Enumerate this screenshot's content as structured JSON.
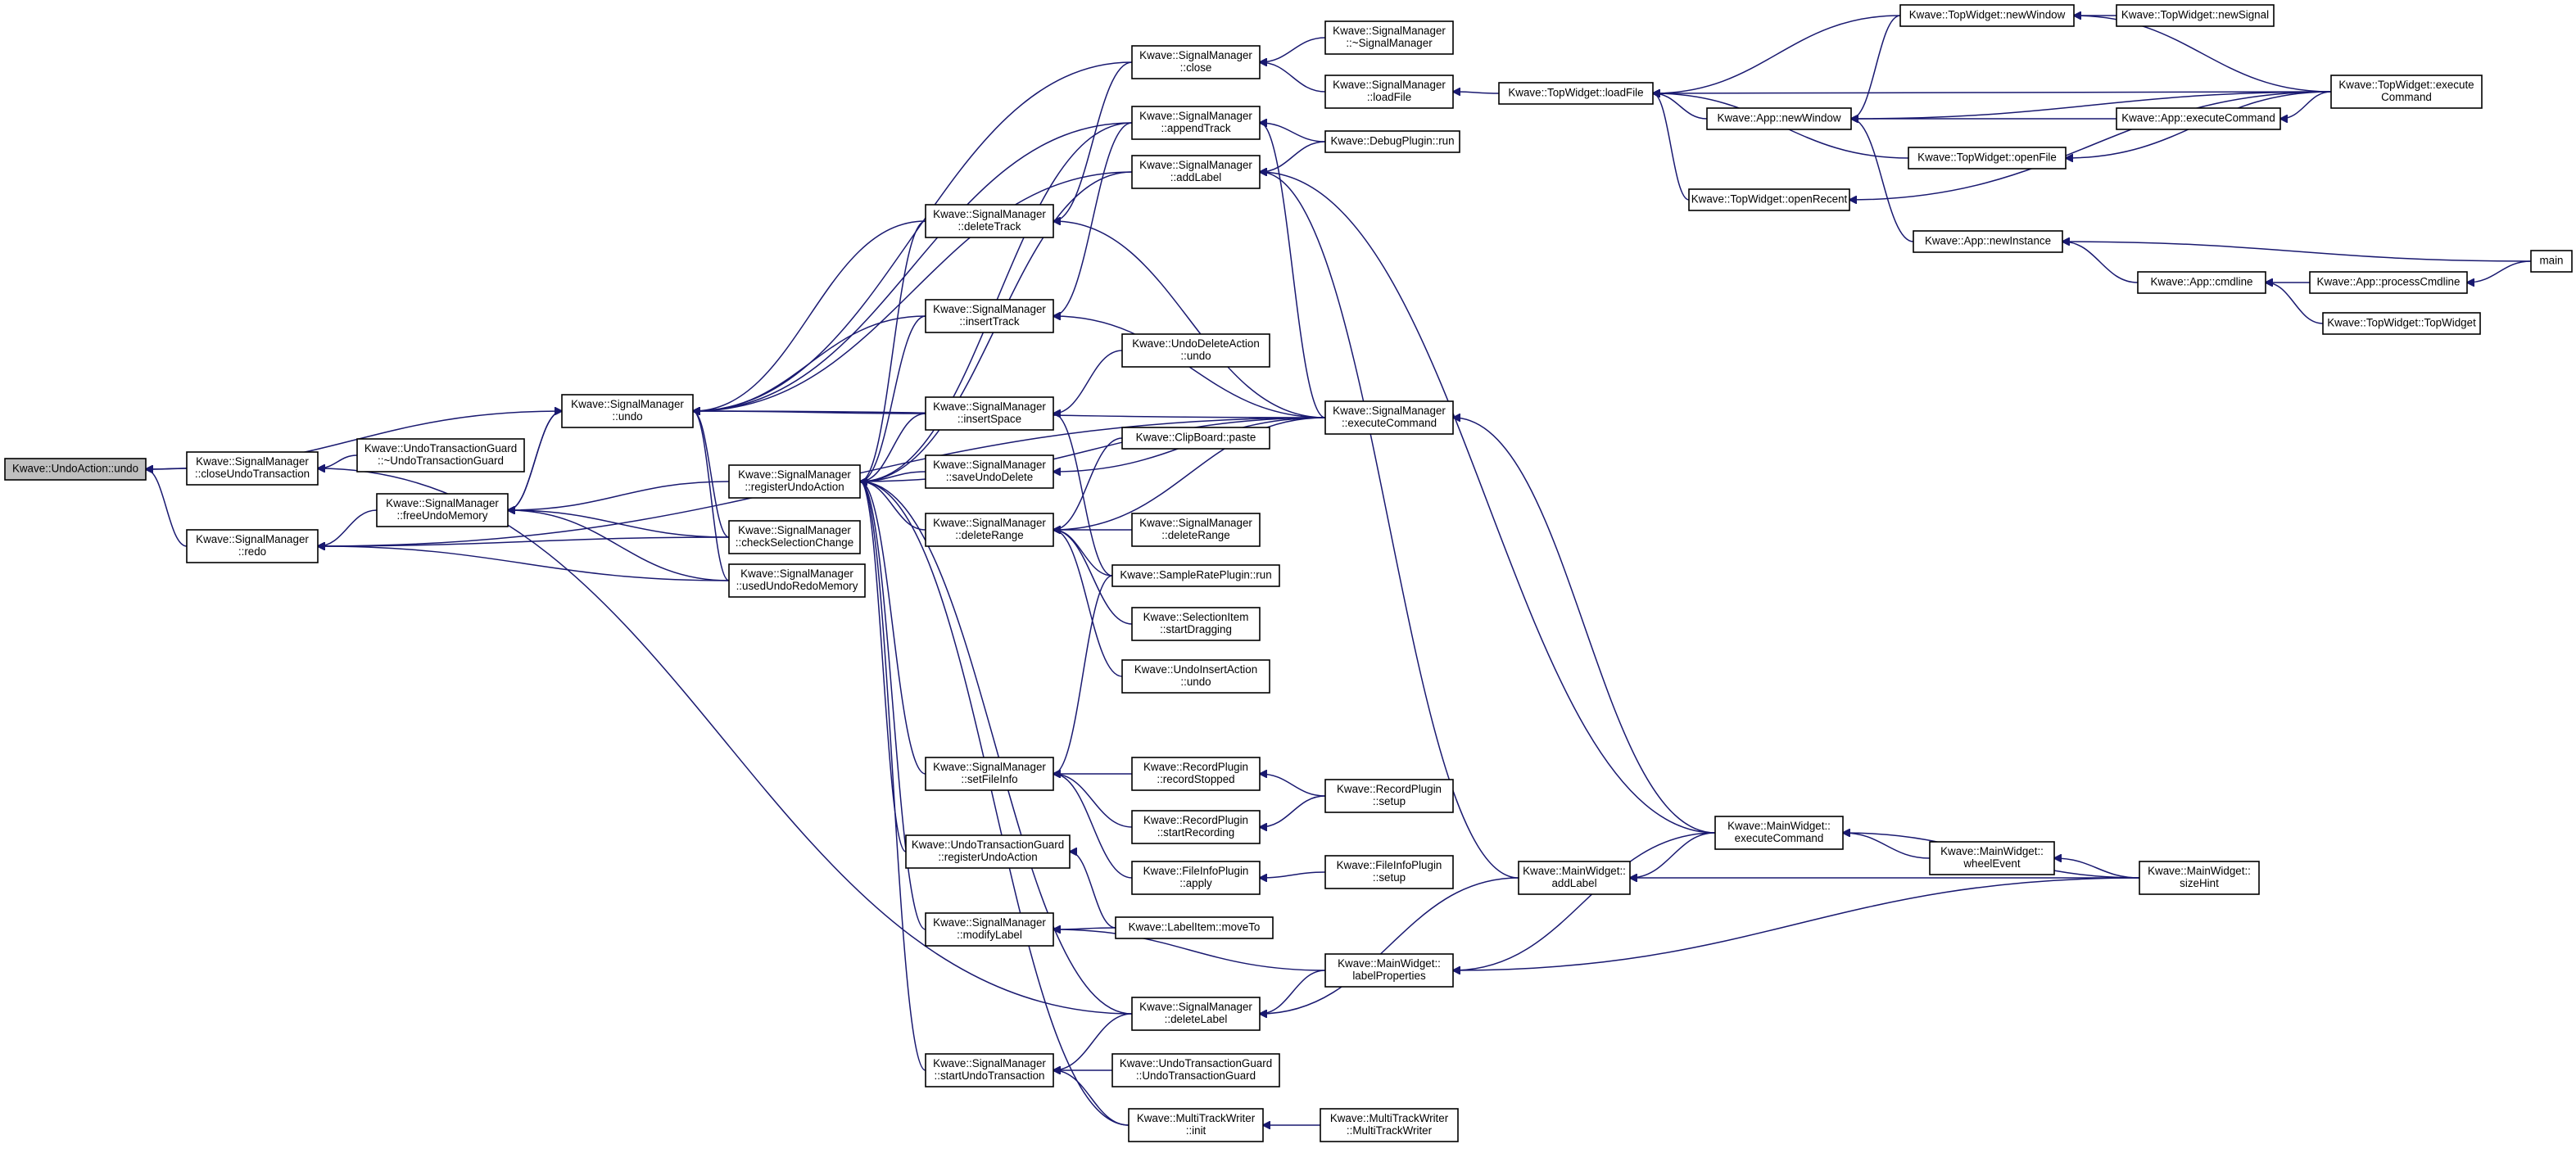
{
  "diagram": {
    "type": "call-graph",
    "colors": {
      "edge": "#191970",
      "node_fill": "#ffffff",
      "root_fill": "#bfbfbf",
      "node_stroke": "#000000"
    },
    "nodes": [
      {
        "id": "n0",
        "lines": [
          "Kwave::UndoAction::undo"
        ],
        "root": true
      },
      {
        "id": "n1",
        "lines": [
          "Kwave::SignalManager",
          "::closeUndoTransaction"
        ]
      },
      {
        "id": "n2",
        "lines": [
          "Kwave::SignalManager",
          "::redo"
        ]
      },
      {
        "id": "n3",
        "lines": [
          "Kwave::UndoTransactionGuard",
          "::~UndoTransactionGuard"
        ]
      },
      {
        "id": "n4",
        "lines": [
          "Kwave::SignalManager",
          "::freeUndoMemory"
        ]
      },
      {
        "id": "n5",
        "lines": [
          "Kwave::SignalManager",
          "::undo"
        ]
      },
      {
        "id": "n6",
        "lines": [
          "Kwave::SignalManager",
          "::registerUndoAction"
        ]
      },
      {
        "id": "n7",
        "lines": [
          "Kwave::SignalManager",
          "::checkSelectionChange"
        ]
      },
      {
        "id": "n8",
        "lines": [
          "Kwave::SignalManager",
          "::usedUndoRedoMemory"
        ]
      },
      {
        "id": "n9",
        "lines": [
          "Kwave::SignalManager",
          "::deleteTrack"
        ]
      },
      {
        "id": "n10",
        "lines": [
          "Kwave::SignalManager",
          "::insertTrack"
        ]
      },
      {
        "id": "n11",
        "lines": [
          "Kwave::SignalManager",
          "::insertSpace"
        ]
      },
      {
        "id": "n12",
        "lines": [
          "Kwave::SignalManager",
          "::saveUndoDelete"
        ]
      },
      {
        "id": "n13",
        "lines": [
          "Kwave::SignalManager",
          "::deleteRange"
        ]
      },
      {
        "id": "n14",
        "lines": [
          "Kwave::SignalManager",
          "::setFileInfo"
        ]
      },
      {
        "id": "n15",
        "lines": [
          "Kwave::UndoTransactionGuard",
          "::registerUndoAction"
        ]
      },
      {
        "id": "n16",
        "lines": [
          "Kwave::SignalManager",
          "::modifyLabel"
        ]
      },
      {
        "id": "n17",
        "lines": [
          "Kwave::SignalManager",
          "::startUndoTransaction"
        ]
      },
      {
        "id": "n18",
        "lines": [
          "Kwave::SignalManager",
          "::close"
        ]
      },
      {
        "id": "n19",
        "lines": [
          "Kwave::SignalManager",
          "::appendTrack"
        ]
      },
      {
        "id": "n20",
        "lines": [
          "Kwave::SignalManager",
          "::addLabel"
        ]
      },
      {
        "id": "n21",
        "lines": [
          "Kwave::UndoDeleteAction",
          "::undo"
        ]
      },
      {
        "id": "n22",
        "lines": [
          "Kwave::ClipBoard::paste"
        ]
      },
      {
        "id": "n23",
        "lines": [
          "Kwave::SignalManager",
          "::deleteRange"
        ]
      },
      {
        "id": "n24",
        "lines": [
          "Kwave::SampleRatePlugin::run"
        ]
      },
      {
        "id": "n25",
        "lines": [
          "Kwave::SelectionItem",
          "::startDragging"
        ]
      },
      {
        "id": "n26",
        "lines": [
          "Kwave::UndoInsertAction",
          "::undo"
        ]
      },
      {
        "id": "n27",
        "lines": [
          "Kwave::RecordPlugin",
          "::recordStopped"
        ]
      },
      {
        "id": "n28",
        "lines": [
          "Kwave::RecordPlugin",
          "::startRecording"
        ]
      },
      {
        "id": "n29",
        "lines": [
          "Kwave::FileInfoPlugin",
          "::apply"
        ]
      },
      {
        "id": "n30",
        "lines": [
          "Kwave::LabelItem::moveTo"
        ]
      },
      {
        "id": "n31",
        "lines": [
          "Kwave::SignalManager",
          "::deleteLabel"
        ]
      },
      {
        "id": "n32",
        "lines": [
          "Kwave::UndoTransactionGuard",
          "::UndoTransactionGuard"
        ]
      },
      {
        "id": "n33",
        "lines": [
          "Kwave::MultiTrackWriter",
          "::init"
        ]
      },
      {
        "id": "n34",
        "lines": [
          "Kwave::SignalManager",
          "::~SignalManager"
        ]
      },
      {
        "id": "n35",
        "lines": [
          "Kwave::SignalManager",
          "::loadFile"
        ]
      },
      {
        "id": "n36",
        "lines": [
          "Kwave::DebugPlugin::run"
        ]
      },
      {
        "id": "n37",
        "lines": [
          "Kwave::SignalManager",
          "::executeCommand"
        ]
      },
      {
        "id": "n38",
        "lines": [
          "Kwave::RecordPlugin",
          "::setup"
        ]
      },
      {
        "id": "n39",
        "lines": [
          "Kwave::FileInfoPlugin",
          "::setup"
        ]
      },
      {
        "id": "n40",
        "lines": [
          "Kwave::MainWidget::",
          "addLabel"
        ]
      },
      {
        "id": "n41",
        "lines": [
          "Kwave::MainWidget::",
          "labelProperties"
        ]
      },
      {
        "id": "n42",
        "lines": [
          "Kwave::MultiTrackWriter",
          "::MultiTrackWriter"
        ]
      },
      {
        "id": "n43",
        "lines": [
          "Kwave::TopWidget::loadFile"
        ]
      },
      {
        "id": "n44",
        "lines": [
          "Kwave::MainWidget::",
          "executeCommand"
        ]
      },
      {
        "id": "n45",
        "lines": [
          "Kwave::TopWidget::newWindow"
        ]
      },
      {
        "id": "n46",
        "lines": [
          "Kwave::App::newWindow"
        ]
      },
      {
        "id": "n47",
        "lines": [
          "Kwave::TopWidget::openFile"
        ]
      },
      {
        "id": "n48",
        "lines": [
          "Kwave::TopWidget::openRecent"
        ]
      },
      {
        "id": "n49",
        "lines": [
          "Kwave::App::newInstance"
        ]
      },
      {
        "id": "n50",
        "lines": [
          "Kwave::App::cmdline"
        ]
      },
      {
        "id": "n51",
        "lines": [
          "Kwave::MainWidget::",
          "wheelEvent"
        ]
      },
      {
        "id": "n52",
        "lines": [
          "Kwave::TopWidget::newSignal"
        ]
      },
      {
        "id": "n53",
        "lines": [
          "Kwave::App::executeCommand"
        ]
      },
      {
        "id": "n54",
        "lines": [
          "Kwave::TopWidget::execute",
          "Command"
        ]
      },
      {
        "id": "n55",
        "lines": [
          "Kwave::App::processCmdline"
        ]
      },
      {
        "id": "n56",
        "lines": [
          "Kwave::TopWidget::TopWidget"
        ]
      },
      {
        "id": "n57",
        "lines": [
          "Kwave::MainWidget::",
          "sizeHint"
        ]
      },
      {
        "id": "n58",
        "lines": [
          "main"
        ]
      }
    ],
    "edges": [
      [
        "n1",
        "n0"
      ],
      [
        "n2",
        "n0"
      ],
      [
        "n5",
        "n0"
      ],
      [
        "n3",
        "n1"
      ],
      [
        "n31",
        "n1"
      ],
      [
        "n4",
        "n2"
      ],
      [
        "n7",
        "n2"
      ],
      [
        "n8",
        "n2"
      ],
      [
        "n37",
        "n2"
      ],
      [
        "n6",
        "n4"
      ],
      [
        "n5",
        "n4"
      ],
      [
        "n7",
        "n4"
      ],
      [
        "n8",
        "n4"
      ],
      [
        "n18",
        "n5"
      ],
      [
        "n19",
        "n5"
      ],
      [
        "n20",
        "n5"
      ],
      [
        "n9",
        "n5"
      ],
      [
        "n10",
        "n5"
      ],
      [
        "n11",
        "n5"
      ],
      [
        "n37",
        "n5"
      ],
      [
        "n4",
        "n5"
      ],
      [
        "n8",
        "n5"
      ],
      [
        "n7",
        "n5"
      ],
      [
        "n9",
        "n6"
      ],
      [
        "n10",
        "n6"
      ],
      [
        "n11",
        "n6"
      ],
      [
        "n12",
        "n6"
      ],
      [
        "n13",
        "n6"
      ],
      [
        "n14",
        "n6"
      ],
      [
        "n15",
        "n6"
      ],
      [
        "n16",
        "n6"
      ],
      [
        "n17",
        "n6"
      ],
      [
        "n31",
        "n6"
      ],
      [
        "n19",
        "n6"
      ],
      [
        "n20",
        "n6"
      ],
      [
        "n33",
        "n6"
      ],
      [
        "n37",
        "n6"
      ],
      [
        "n18",
        "n9"
      ],
      [
        "n37",
        "n9"
      ],
      [
        "n19",
        "n10"
      ],
      [
        "n37",
        "n10"
      ],
      [
        "n21",
        "n11"
      ],
      [
        "n24",
        "n11"
      ],
      [
        "n37",
        "n12"
      ],
      [
        "n22",
        "n13"
      ],
      [
        "n23",
        "n13"
      ],
      [
        "n24",
        "n13"
      ],
      [
        "n25",
        "n13"
      ],
      [
        "n26",
        "n13"
      ],
      [
        "n37",
        "n13"
      ],
      [
        "n27",
        "n14"
      ],
      [
        "n28",
        "n14"
      ],
      [
        "n29",
        "n14"
      ],
      [
        "n24",
        "n14"
      ],
      [
        "n30",
        "n15"
      ],
      [
        "n30",
        "n16"
      ],
      [
        "n41",
        "n16"
      ],
      [
        "n31",
        "n17"
      ],
      [
        "n32",
        "n17"
      ],
      [
        "n33",
        "n17"
      ],
      [
        "n34",
        "n18"
      ],
      [
        "n35",
        "n18"
      ],
      [
        "n36",
        "n19"
      ],
      [
        "n37",
        "n19"
      ],
      [
        "n36",
        "n20"
      ],
      [
        "n40",
        "n20"
      ],
      [
        "n44",
        "n20"
      ],
      [
        "n38",
        "n27"
      ],
      [
        "n38",
        "n28"
      ],
      [
        "n39",
        "n29"
      ],
      [
        "n40",
        "n31"
      ],
      [
        "n41",
        "n31"
      ],
      [
        "n42",
        "n33"
      ],
      [
        "n43",
        "n35"
      ],
      [
        "n44",
        "n37"
      ],
      [
        "n44",
        "n40"
      ],
      [
        "n57",
        "n40"
      ],
      [
        "n44",
        "n41"
      ],
      [
        "n57",
        "n41"
      ],
      [
        "n45",
        "n43"
      ],
      [
        "n46",
        "n43"
      ],
      [
        "n47",
        "n43"
      ],
      [
        "n48",
        "n43"
      ],
      [
        "n54",
        "n43"
      ],
      [
        "n51",
        "n44"
      ],
      [
        "n57",
        "n44"
      ],
      [
        "n52",
        "n45"
      ],
      [
        "n54",
        "n45"
      ],
      [
        "n45",
        "n46"
      ],
      [
        "n53",
        "n46"
      ],
      [
        "n49",
        "n46"
      ],
      [
        "n54",
        "n46"
      ],
      [
        "n54",
        "n47"
      ],
      [
        "n54",
        "n48"
      ],
      [
        "n50",
        "n49"
      ],
      [
        "n58",
        "n49"
      ],
      [
        "n55",
        "n50"
      ],
      [
        "n56",
        "n50"
      ],
      [
        "n57",
        "n51"
      ],
      [
        "n54",
        "n53"
      ],
      [
        "n58",
        "n55"
      ]
    ]
  }
}
